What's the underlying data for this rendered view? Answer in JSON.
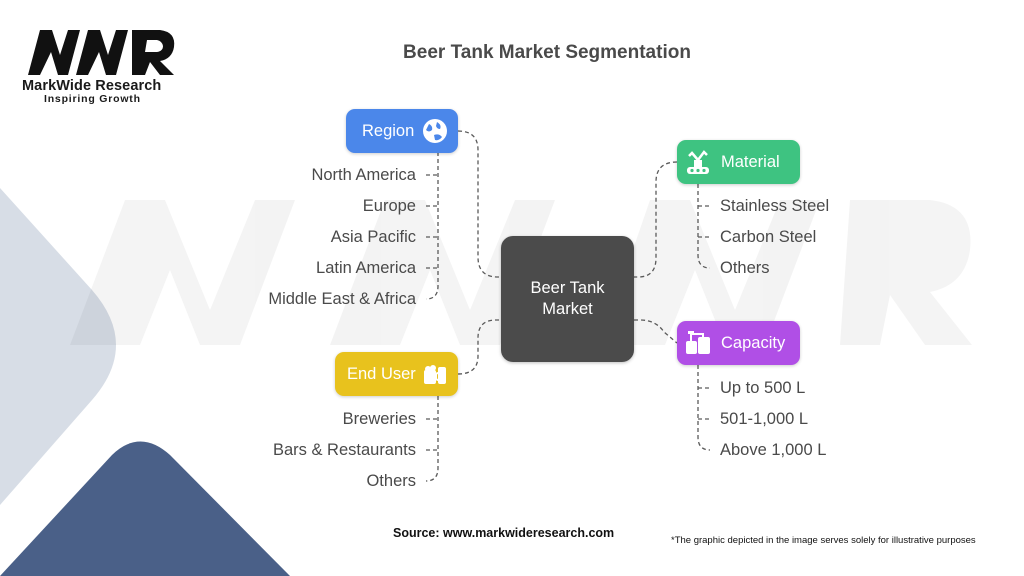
{
  "logo": {
    "brand": "MarkWide Research",
    "tagline": "Inspiring Growth"
  },
  "title": "Beer Tank Market Segmentation",
  "center": "Beer Tank\nMarket",
  "categories": {
    "region": {
      "label": "Region",
      "color": "#4b87ea",
      "icon": "globe-icon",
      "items": [
        "North America",
        "Europe",
        "Asia Pacific",
        "Latin America",
        "Middle East & Africa"
      ]
    },
    "end_user": {
      "label": "End User",
      "color": "#e8c21d",
      "icon": "beer-mug-icon",
      "items": [
        "Breweries",
        "Bars & Restaurants",
        "Others"
      ]
    },
    "material": {
      "label": "Material",
      "color": "#3ec381",
      "icon": "robot-machine-icon",
      "items": [
        "Stainless Steel",
        "Carbon Steel",
        "Others"
      ]
    },
    "capacity": {
      "label": "Capacity",
      "color": "#b04fe6",
      "icon": "tank-icon",
      "items": [
        "Up to 500 L",
        "501-1,000 L",
        "Above 1,000 L"
      ]
    }
  },
  "footer": {
    "source": "Source: www.markwideresearch.com",
    "note": "*The graphic depicted in the image serves solely for illustrative purposes"
  }
}
